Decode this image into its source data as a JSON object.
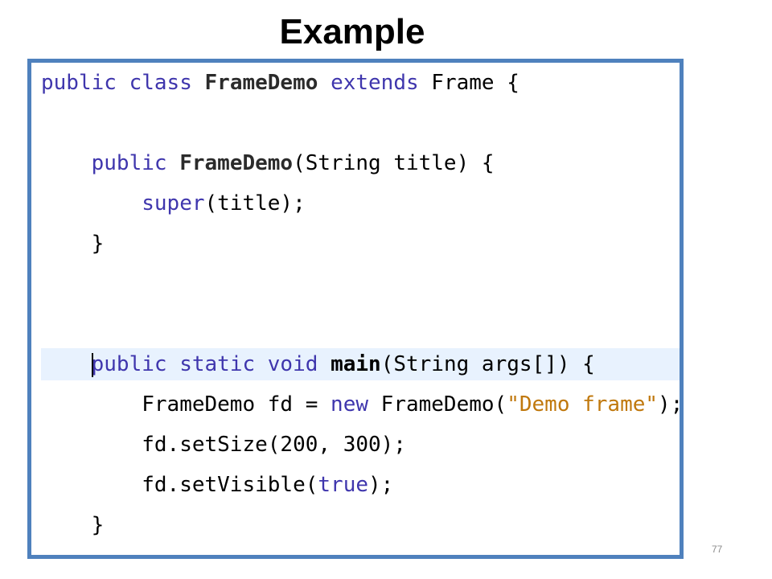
{
  "slide": {
    "title": "Example",
    "page_number": "77"
  },
  "code": {
    "highlighted_line": 7,
    "lines": [
      {
        "indent": "",
        "tokens": [
          {
            "t": "public",
            "c": "kw"
          },
          {
            "t": " "
          },
          {
            "t": "class",
            "c": "kw"
          },
          {
            "t": " "
          },
          {
            "t": "FrameDemo",
            "c": "cls"
          },
          {
            "t": " "
          },
          {
            "t": "extends",
            "c": "kw"
          },
          {
            "t": " Frame {"
          }
        ]
      },
      {
        "indent": "",
        "tokens": []
      },
      {
        "indent": "    ",
        "tokens": [
          {
            "t": "public",
            "c": "kw"
          },
          {
            "t": " "
          },
          {
            "t": "FrameDemo",
            "c": "cls"
          },
          {
            "t": "(String title) {"
          }
        ]
      },
      {
        "indent": "        ",
        "tokens": [
          {
            "t": "super",
            "c": "kw"
          },
          {
            "t": "(title);"
          }
        ]
      },
      {
        "indent": "    ",
        "tokens": [
          {
            "t": "}"
          }
        ]
      },
      {
        "indent": "",
        "tokens": []
      },
      {
        "indent": "",
        "tokens": []
      },
      {
        "indent": "    ",
        "caret": true,
        "tokens": [
          {
            "t": "public",
            "c": "kw"
          },
          {
            "t": " "
          },
          {
            "t": "static",
            "c": "kw"
          },
          {
            "t": " "
          },
          {
            "t": "void",
            "c": "kw"
          },
          {
            "t": " "
          },
          {
            "t": "main",
            "c": "mth"
          },
          {
            "t": "(String args[]) {"
          }
        ]
      },
      {
        "indent": "        ",
        "tokens": [
          {
            "t": "FrameDemo fd = "
          },
          {
            "t": "new",
            "c": "kw"
          },
          {
            "t": " FrameDemo("
          },
          {
            "t": "\"Demo frame\"",
            "c": "str"
          },
          {
            "t": ");"
          }
        ]
      },
      {
        "indent": "        ",
        "tokens": [
          {
            "t": "fd.setSize(200, 300);"
          }
        ]
      },
      {
        "indent": "        ",
        "tokens": [
          {
            "t": "fd.setVisible("
          },
          {
            "t": "true",
            "c": "kw"
          },
          {
            "t": ");"
          }
        ]
      },
      {
        "indent": "    ",
        "tokens": [
          {
            "t": "}"
          }
        ]
      },
      {
        "indent": "",
        "tokens": [
          {
            "t": "}"
          }
        ]
      }
    ]
  }
}
